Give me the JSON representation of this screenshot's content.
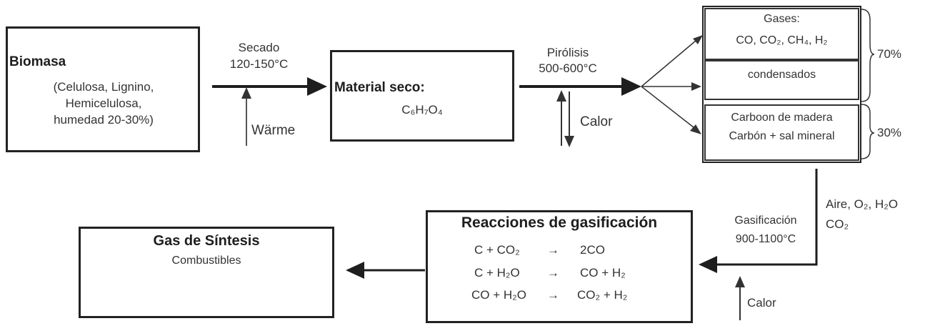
{
  "biomasa": {
    "title": "Biomasa",
    "line1": "(Celulosa,  Lignino,",
    "line2": "Hemicelulosa,",
    "line3": "humedad 20-30%)"
  },
  "secado": {
    "label": "Secado",
    "temp": "120-150°C",
    "heat": "Wärme"
  },
  "material": {
    "title": "Material seco:",
    "formula": "C₆H₇O₄"
  },
  "pirolisis": {
    "label": "Pirólisis",
    "temp": "500-600°C",
    "heat": "Calor"
  },
  "products": {
    "gases_label": "Gases:",
    "gases_list": "CO, CO₂, CH₄, H₂",
    "condensados": "condensados",
    "carbon1": "Carboon de madera",
    "carbon2": "Carbón + sal mineral",
    "pct_top": "70%",
    "pct_bottom": "30%"
  },
  "agents": {
    "line1": "Aire, O₂, H₂O",
    "line2": "CO₂"
  },
  "gasificacion": {
    "label": "Gasificación",
    "temp": "900-1100°C",
    "heat": "Calor"
  },
  "reacciones": {
    "title": "Reacciones de gasificación",
    "r1_left": "C + CO₂",
    "r1_right": "2CO",
    "r2_left": "C + H₂O",
    "r2_right": "CO + H₂",
    "r3_left": "CO + H₂O",
    "r3_right": "CO₂ + H₂",
    "arrow": "→"
  },
  "syngas": {
    "title": "Gas de Síntesis",
    "subtitle": "Combustibles"
  }
}
